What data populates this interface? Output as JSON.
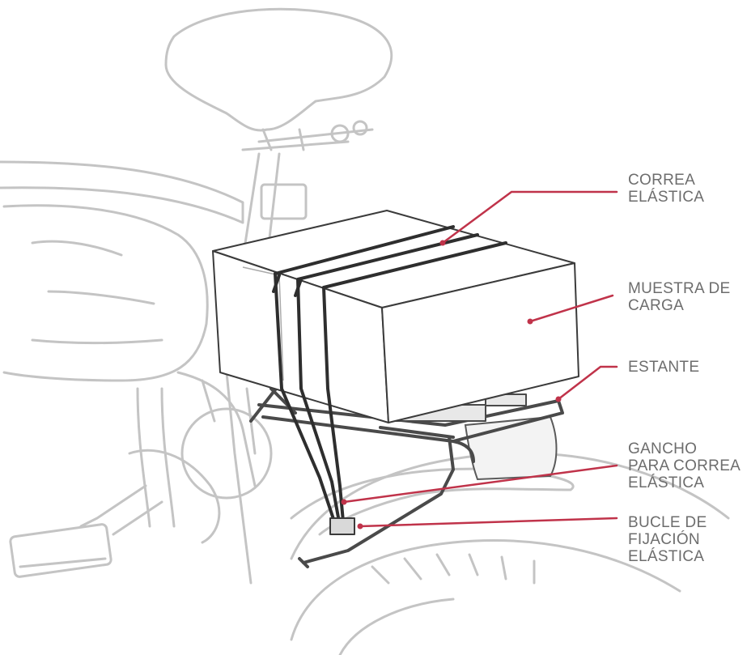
{
  "colors": {
    "leader": "#c0334a",
    "sketch": "#bdbdbd",
    "box": "#3b3b3b",
    "strap": "#2e2e2e",
    "text": "#6d6d6d"
  },
  "labels": {
    "correa_elastica": [
      "CORREA",
      "ELÁSTICA"
    ],
    "muestra_de_carga": [
      "MUESTRA DE",
      "CARGA"
    ],
    "estante": [
      "ESTANTE"
    ],
    "gancho": [
      "GANCHO",
      "PARA CORREA",
      "ELÁSTICA"
    ],
    "bucle": [
      "BUCLE DE",
      "FIJACIÓN",
      "ELÁSTICA"
    ]
  }
}
